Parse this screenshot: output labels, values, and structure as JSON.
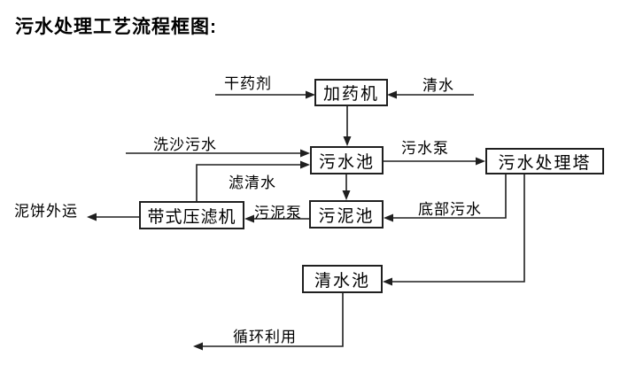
{
  "title": "污水处理工艺流程框图:",
  "colors": {
    "background": "#ffffff",
    "line": "#1f1f1f",
    "text": "#000000"
  },
  "diagram": {
    "nodes": [
      {
        "id": "dosing-machine",
        "label": "加药机"
      },
      {
        "id": "sewage-pool",
        "label": "污水池"
      },
      {
        "id": "sewage-treatment-tower",
        "label": "污水处理塔"
      },
      {
        "id": "sludge-pool",
        "label": "污泥池"
      },
      {
        "id": "belt-filter-press",
        "label": "带式压滤机"
      },
      {
        "id": "clean-water-pool",
        "label": "清水池"
      }
    ],
    "edge_labels": [
      {
        "id": "dry-chemical",
        "label": "干药剂"
      },
      {
        "id": "clean-water-in",
        "label": "清水"
      },
      {
        "id": "sand-washing-sewage",
        "label": "洗沙污水"
      },
      {
        "id": "sewage-pump",
        "label": "污水泵"
      },
      {
        "id": "filtered-water",
        "label": "滤清水"
      },
      {
        "id": "sludge-pump",
        "label": "污泥泵"
      },
      {
        "id": "bottom-sewage",
        "label": "底部污水"
      },
      {
        "id": "mud-cake-out",
        "label": "泥饼外运"
      },
      {
        "id": "recycle-use",
        "label": "循环利用"
      }
    ]
  }
}
